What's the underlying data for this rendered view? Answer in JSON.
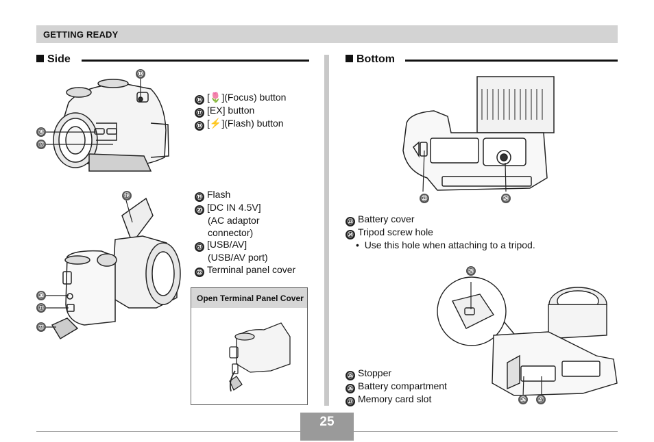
{
  "header": {
    "section": "GETTING READY"
  },
  "side": {
    "title": "Side",
    "callouts_top": [
      "⑱",
      "⑯",
      "⑰"
    ],
    "items_top": [
      {
        "num": "⑯",
        "text": "[🌷](Focus) button"
      },
      {
        "num": "⑰",
        "text": "[EX] button"
      },
      {
        "num": "⑱",
        "text": "[⚡](Flash) button"
      }
    ],
    "callouts_mid": [
      "⑲",
      "⑳",
      "㉑",
      "㉒"
    ],
    "items_mid": [
      {
        "num": "⑲",
        "lines": [
          "Flash"
        ]
      },
      {
        "num": "⑳",
        "lines": [
          "[DC IN 4.5V]",
          "(AC adaptor",
          "connector)"
        ]
      },
      {
        "num": "㉑",
        "lines": [
          "[USB/AV]",
          "(USB/AV port)"
        ]
      },
      {
        "num": "㉒",
        "lines": [
          "Terminal panel cover"
        ]
      }
    ],
    "panel_title": "Open Terminal Panel Cover"
  },
  "bottom": {
    "title": "Bottom",
    "callouts_top": [
      "㉓",
      "㉔"
    ],
    "items_top": [
      {
        "num": "㉓",
        "text": "Battery cover"
      },
      {
        "num": "㉔",
        "text": "Tripod screw hole"
      }
    ],
    "bullet": "Use this hole when attaching to a tripod.",
    "callouts_low": [
      "㉕",
      "㉖",
      "㉗"
    ],
    "items_low": [
      {
        "num": "㉕",
        "text": "Stopper"
      },
      {
        "num": "㉖",
        "text": "Battery compartment"
      },
      {
        "num": "㉗",
        "text": "Memory card slot"
      }
    ]
  },
  "page": {
    "number": "25"
  }
}
